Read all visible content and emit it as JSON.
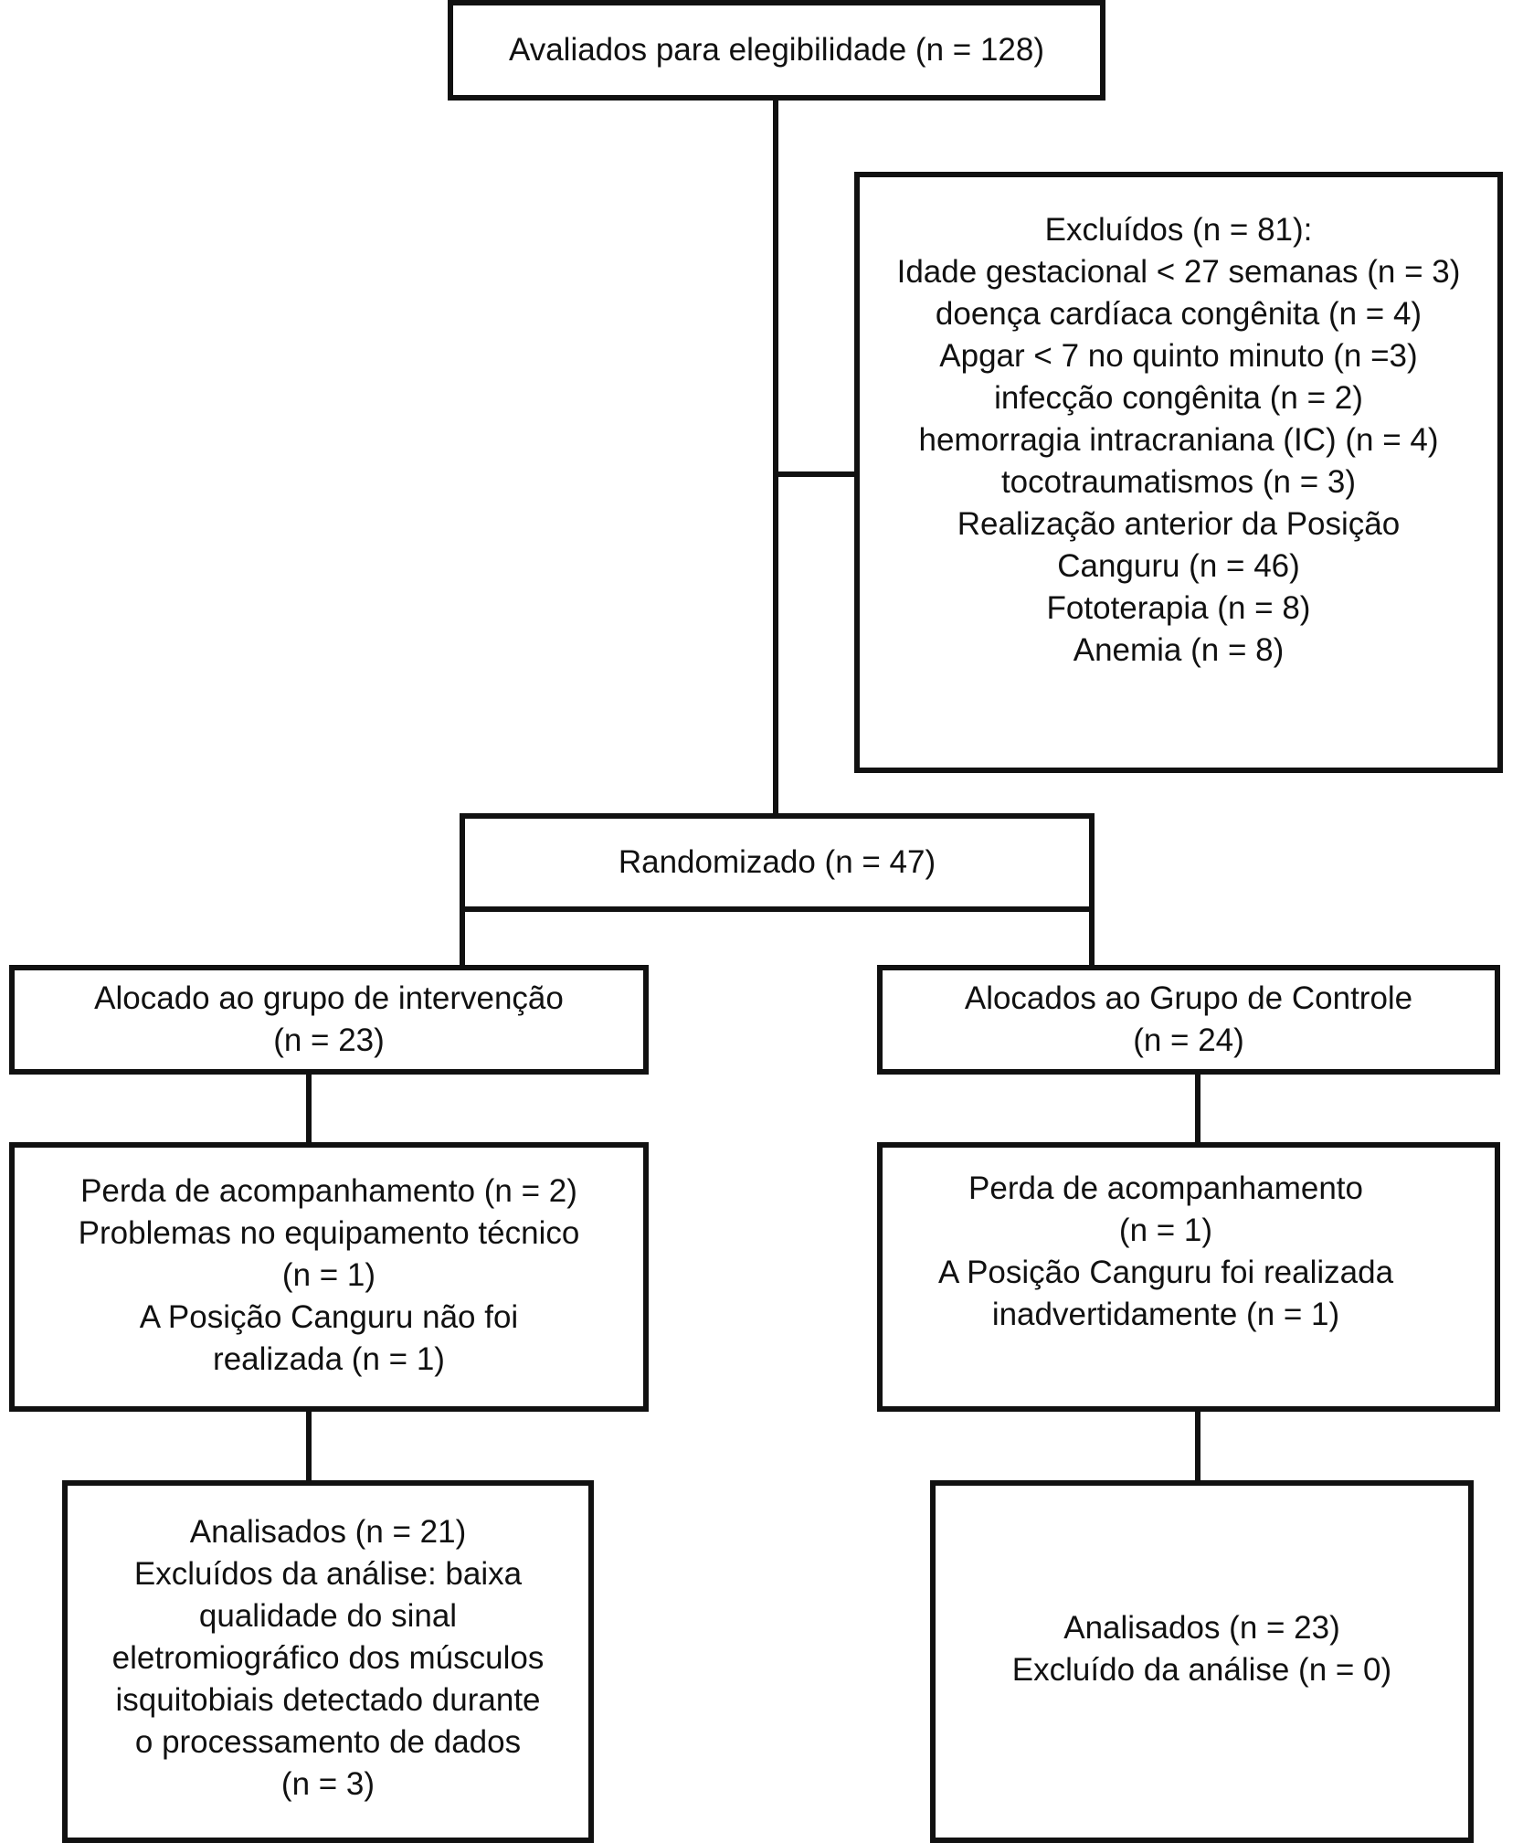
{
  "flowchart": {
    "assessed": {
      "lines": [
        "Avaliados para elegibilidade (n = 128)"
      ]
    },
    "excluded": {
      "lines": [
        "Excluídos (n = 81):",
        "Idade gestacional < 27 semanas (n = 3)",
        "doença cardíaca congênita (n = 4)",
        "Apgar < 7 no quinto minuto (n =3)",
        "infecção congênita (n = 2)",
        "hemorragia intracraniana (IC) (n = 4)",
        "tocotraumatismos (n = 3)",
        "Realização anterior da Posição",
        "Canguru (n = 46)",
        "Fototerapia (n = 8)",
        "Anemia (n = 8)"
      ]
    },
    "randomized": {
      "lines": [
        "Randomizado (n = 47)"
      ]
    },
    "intervention": {
      "lines": [
        "Alocado ao grupo de intervenção",
        "(n = 23)"
      ]
    },
    "control": {
      "lines": [
        "Alocados ao Grupo de Controle",
        "(n = 24)"
      ]
    },
    "loss_intervention": {
      "lines": [
        "Perda de acompanhamento (n = 2)",
        "Problemas no equipamento técnico",
        "(n = 1)",
        "A Posição Canguru não foi",
        "realizada (n = 1)"
      ]
    },
    "loss_control": {
      "lines": [
        "Perda de acompanhamento",
        "(n = 1)",
        "A Posição Canguru foi realizada",
        "inadvertidamente (n = 1)"
      ]
    },
    "analyzed_intervention": {
      "lines": [
        "Analisados (n = 21)",
        "Excluídos da análise: baixa",
        "qualidade do sinal",
        "eletromiográfico dos músculos",
        "isquitobiais detectado durante",
        "o processamento de dados",
        "(n = 3)"
      ]
    },
    "analyzed_control": {
      "lines": [
        "Analisados (n = 23)",
        "Excluído da análise (n = 0)"
      ]
    }
  }
}
